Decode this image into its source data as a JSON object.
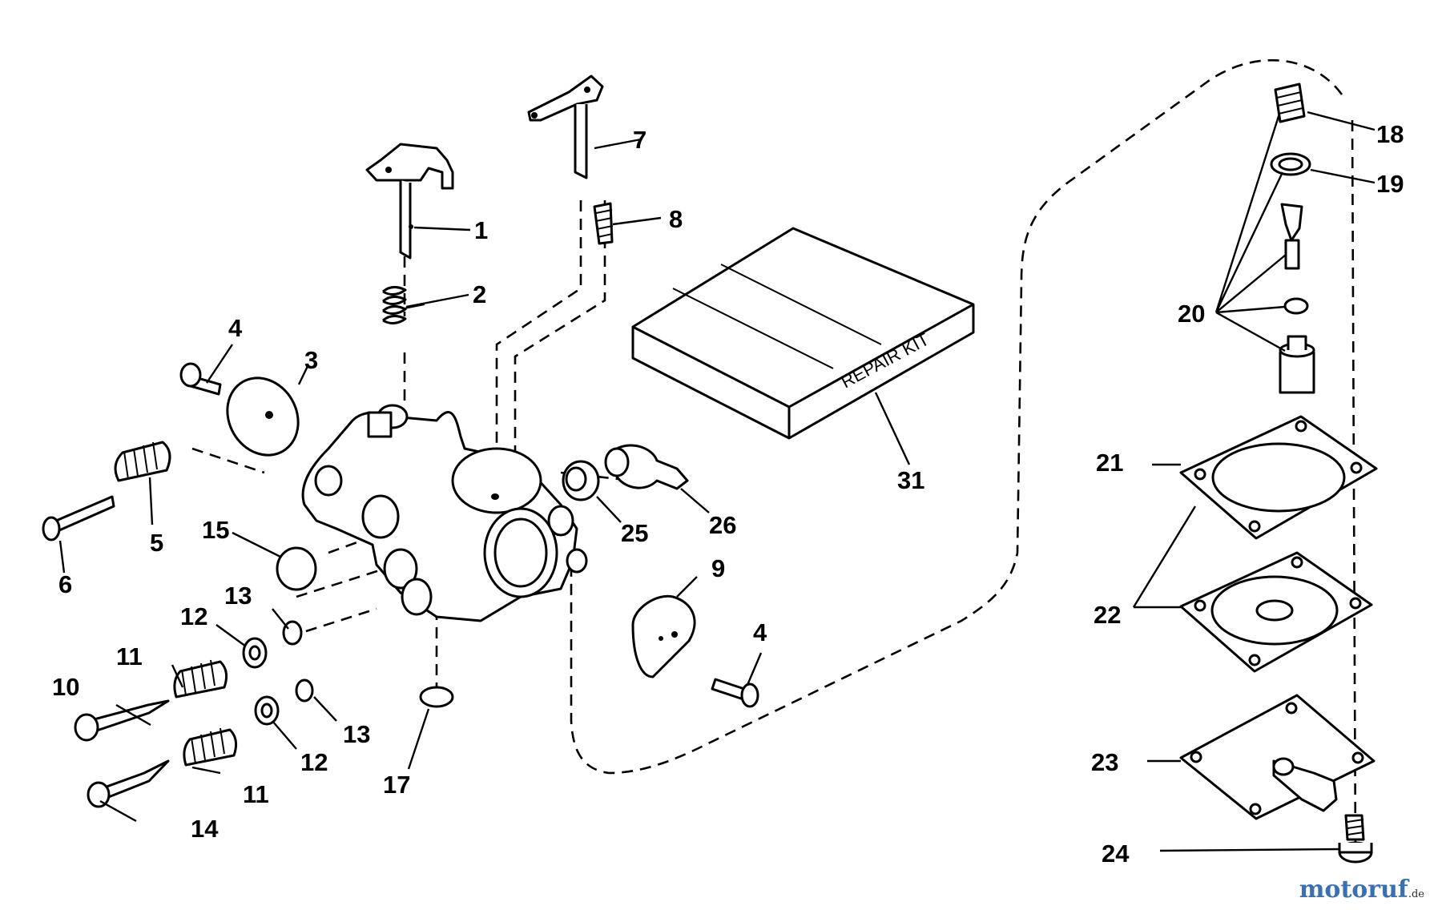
{
  "diagram": {
    "callouts": {
      "c1": "1",
      "c2": "2",
      "c3": "3",
      "c4a": "4",
      "c4b": "4",
      "c5": "5",
      "c6": "6",
      "c7": "7",
      "c8": "8",
      "c9": "9",
      "c10": "10",
      "c11a": "11",
      "c11b": "11",
      "c12a": "12",
      "c12b": "12",
      "c13a": "13",
      "c13b": "13",
      "c14": "14",
      "c15": "15",
      "c17": "17",
      "c18": "18",
      "c19": "19",
      "c20": "20",
      "c21": "21",
      "c22": "22",
      "c23": "23",
      "c24": "24",
      "c25": "25",
      "c26": "26",
      "c31": "31"
    },
    "repair_kit_label": "REPAIR KIT"
  },
  "watermark": {
    "brand": "motoruf",
    "suffix": ".de"
  },
  "colors": {
    "line": "#000000",
    "background": "#ffffff",
    "brand": "#3a6fb0"
  }
}
